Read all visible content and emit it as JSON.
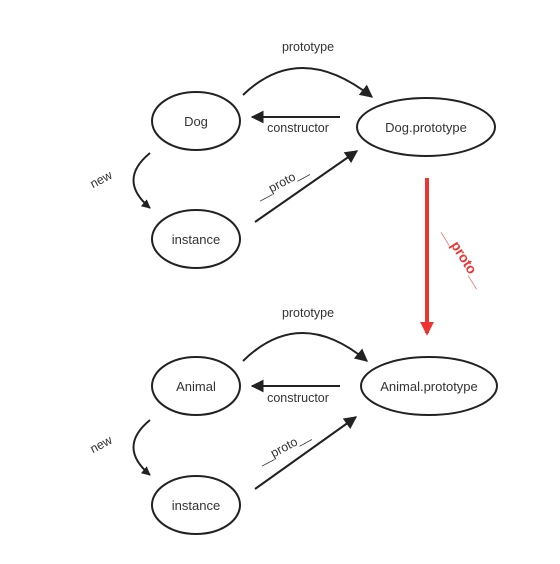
{
  "colors": {
    "stroke": "#222222",
    "text": "#333333",
    "accent": "#ee3333",
    "background": "#ffffff"
  },
  "top": {
    "node_dog": "Dog",
    "node_dog_prototype": "Dog.prototype",
    "node_instance": "instance",
    "edge_prototype": "prototype",
    "edge_constructor": "constructor",
    "edge_new": "new",
    "edge_proto": "__proto__"
  },
  "bottom": {
    "node_animal": "Animal",
    "node_animal_prototype": "Animal.prototype",
    "node_instance": "instance",
    "edge_prototype": "prototype",
    "edge_constructor": "constructor",
    "edge_new": "new",
    "edge_proto": "__proto__"
  },
  "link": {
    "label": "__proto__"
  }
}
